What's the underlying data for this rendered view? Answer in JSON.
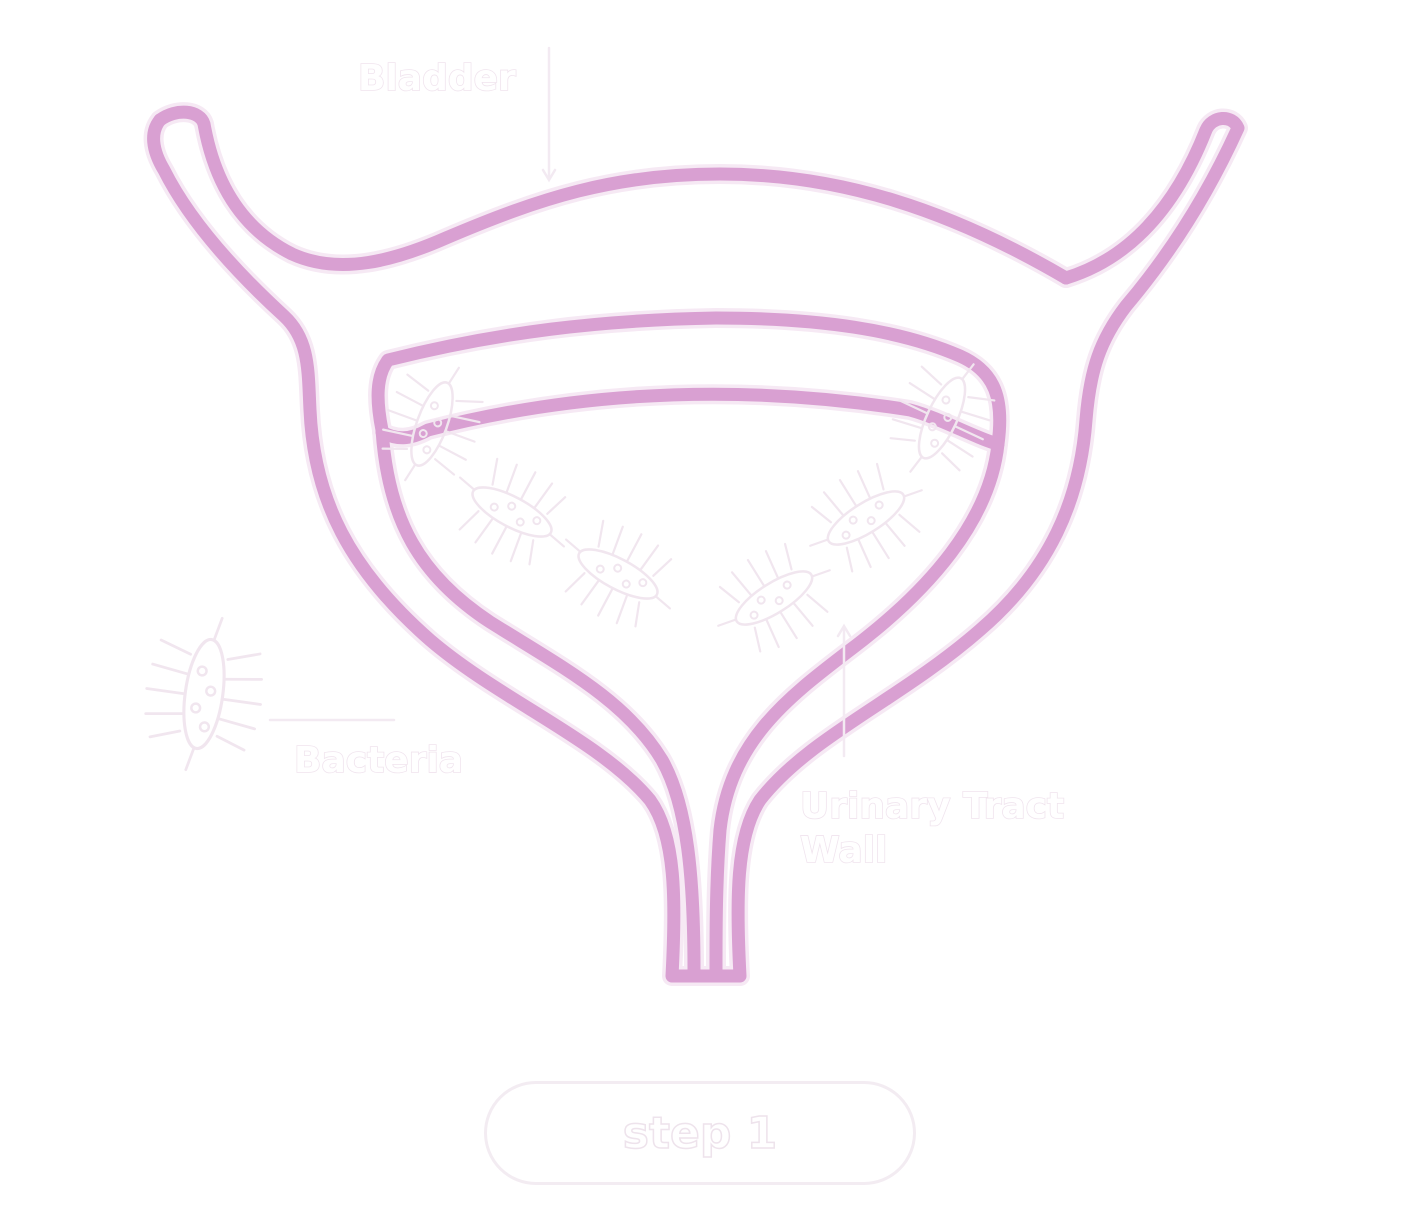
{
  "labels": {
    "bladder": "Bladder",
    "bacteria": "Bacteria",
    "wall_line1": "Urinary Tract",
    "wall_line2": "Wall"
  },
  "step_button": {
    "label": "step 1"
  },
  "colors": {
    "organ_outline": "#d9a0d2",
    "organ_glow": "#f3e3f0",
    "ghost_text": "#ffffff",
    "ghost_stroke": "#f0e4ee"
  },
  "icons": {
    "microbe": "bacterium-icon"
  }
}
